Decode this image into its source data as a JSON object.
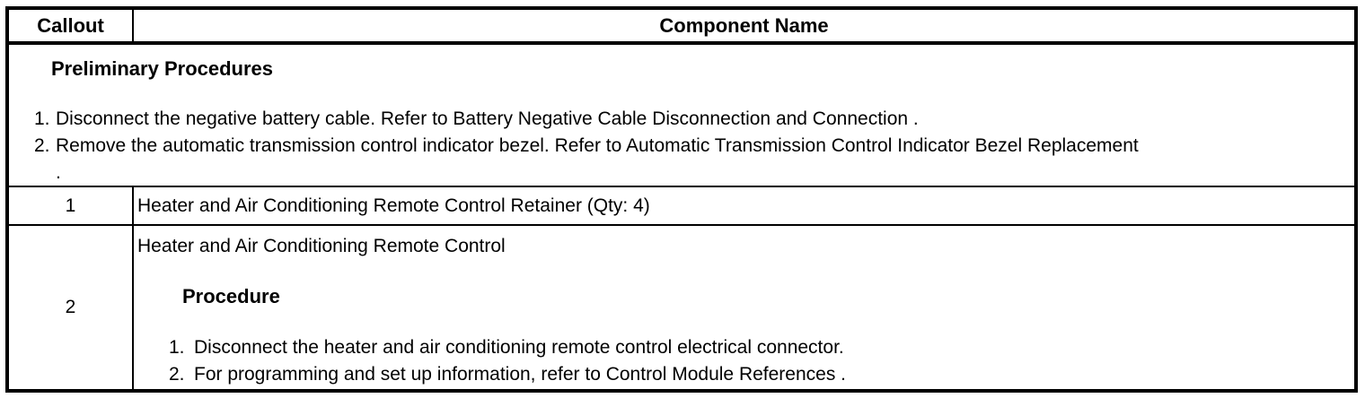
{
  "table": {
    "header": {
      "callout_label": "Callout",
      "component_label": "Component Name"
    },
    "preliminary": {
      "title": "Preliminary Procedures",
      "steps": [
        {
          "num": "1.",
          "text": "Disconnect the negative battery cable. Refer to Battery Negative Cable Disconnection and Connection ."
        },
        {
          "num": "2.",
          "text": "Remove the automatic transmission control indicator bezel. Refer to Automatic Transmission Control Indicator Bezel Replacement",
          "wrap": "."
        }
      ]
    },
    "rows": [
      {
        "callout": "1",
        "component": "Heater and Air Conditioning Remote Control Retainer (Qty: 4)"
      },
      {
        "callout": "2",
        "component": "Heater and Air Conditioning Remote Control",
        "procedure_title": "Procedure",
        "procedure_steps": [
          {
            "num": "1.",
            "text": "Disconnect the heater and air conditioning remote control electrical connector."
          },
          {
            "num": "2.",
            "text": "For programming and set up information, refer to Control Module References ."
          }
        ]
      }
    ]
  }
}
